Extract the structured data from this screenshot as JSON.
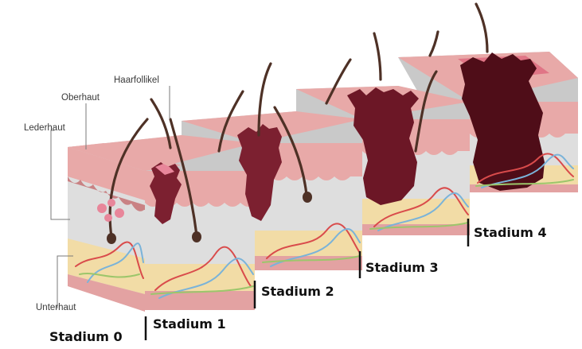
{
  "labels": {
    "haarfollikel": "Haarfollikel",
    "oberhaut": "Oberhaut",
    "lederhaut": "Lederhaut",
    "unterhaut": "Unterhaut"
  },
  "stages": [
    "Stadium 0",
    "Stadium 1",
    "Stadium 2",
    "Stadium 3",
    "Stadium 4"
  ],
  "colors": {
    "epidermis": "#e8a9a8",
    "epidermis_dark": "#c98284",
    "dermis": "#dedede",
    "dermis_side": "#c9c9c9",
    "fat": "#f2dca6",
    "base": "#e3a2a2",
    "melanoma": "#7c2030",
    "melanoma_dark": "#4f0d18",
    "hair": "#4e3126",
    "vein_blue": "#7ab3d9",
    "vein_red": "#d94b4b",
    "nerve_green": "#9cc66b"
  }
}
